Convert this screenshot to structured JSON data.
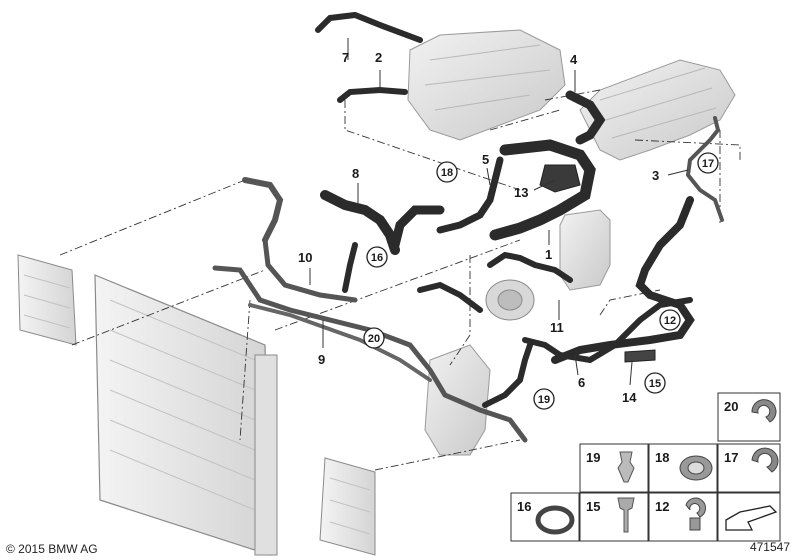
{
  "diagram": {
    "callouts": {
      "c1": "1",
      "c2": "2",
      "c3": "3",
      "c4": "4",
      "c5": "5",
      "c6": "6",
      "c7": "7",
      "c8": "8",
      "c9": "9",
      "c10": "10",
      "c11": "11",
      "c12": "12",
      "c13": "13",
      "c14": "14",
      "c15": "15",
      "c16": "16",
      "c17": "17",
      "c18": "18",
      "c19": "19",
      "c20": "20"
    },
    "legend": {
      "l20": "20",
      "l19": "19",
      "l18": "18",
      "l17": "17",
      "l16": "16",
      "l15": "15",
      "l12": "12"
    }
  },
  "footer": {
    "copyright": "© 2015 BMW AG",
    "doc_id": "471547"
  },
  "colors": {
    "hose": "#2b2b2b",
    "part_light": "#e6e6e6",
    "part_stroke": "#8a8a8a",
    "leader": "#333333"
  }
}
